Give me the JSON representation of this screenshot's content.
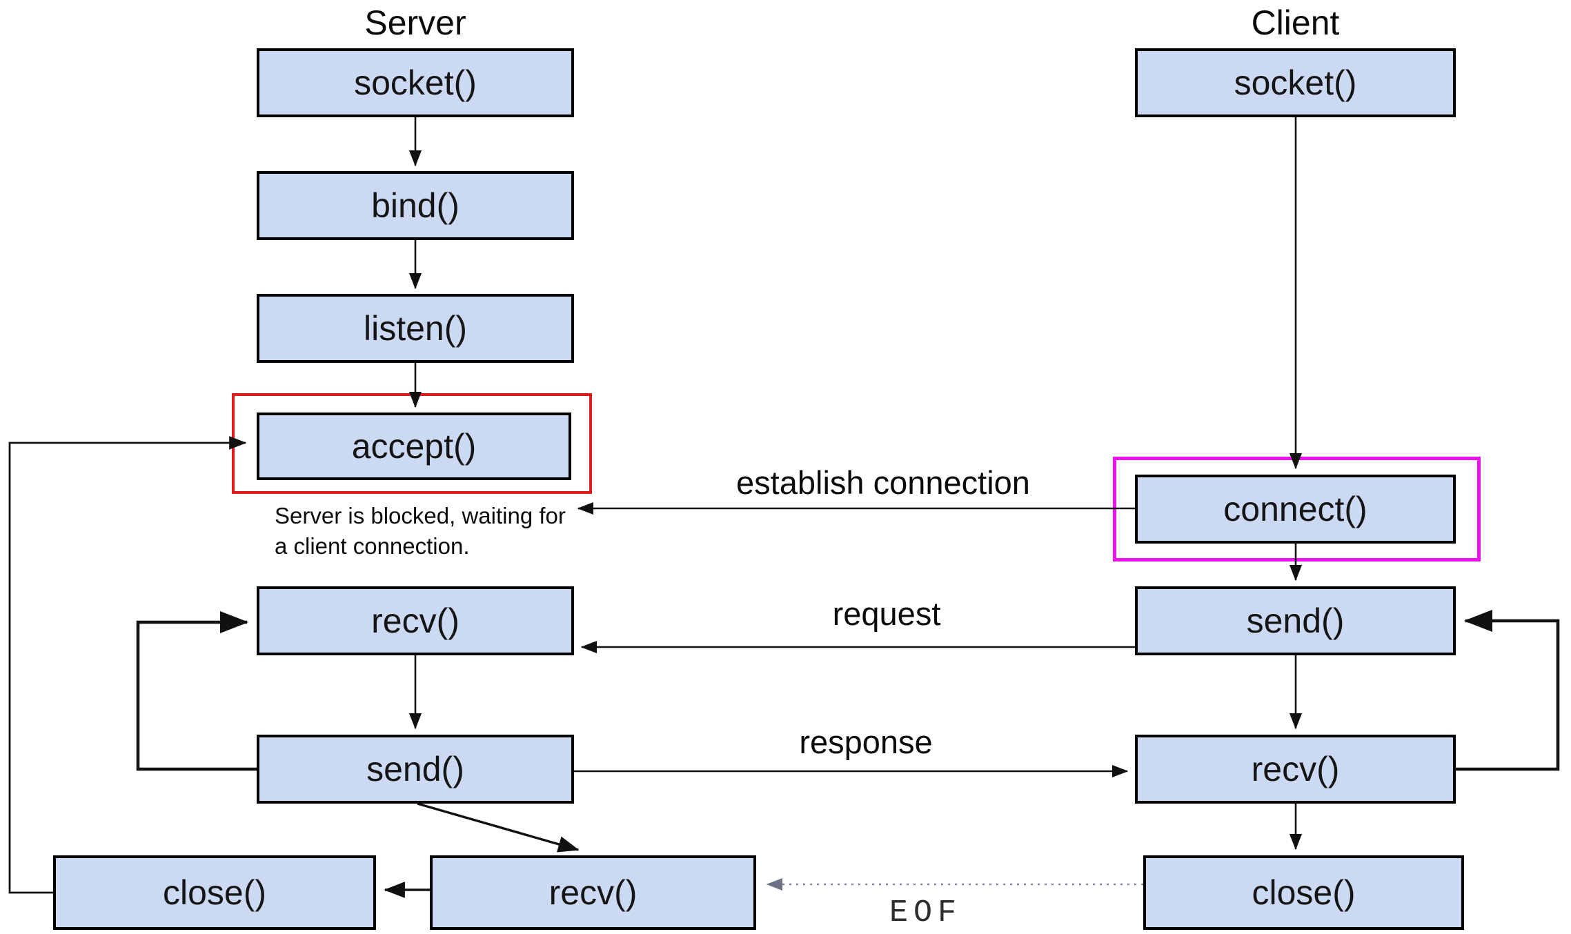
{
  "server": {
    "title": "Server",
    "socket": "socket()",
    "bind": "bind()",
    "listen": "listen()",
    "accept": "accept()",
    "recv": "recv()",
    "send": "send()",
    "close": "close()",
    "recv_eof": "recv()"
  },
  "client": {
    "title": "Client",
    "socket": "socket()",
    "connect": "connect()",
    "send": "send()",
    "recv": "recv()",
    "close": "close()"
  },
  "flow_labels": {
    "establish_connection": "establish connection",
    "request": "request",
    "response": "response",
    "eof": "EOF"
  },
  "annotation": {
    "line1": "Server is blocked, waiting for",
    "line2": "a client connection."
  },
  "colors": {
    "box-fill": "#ccd9f2",
    "box-border": "#000000",
    "accent-red": "#dd1c1c",
    "accent-magenta": "#ee10ee",
    "arrow-black": "#111111",
    "eof-gray": "#81849a"
  }
}
